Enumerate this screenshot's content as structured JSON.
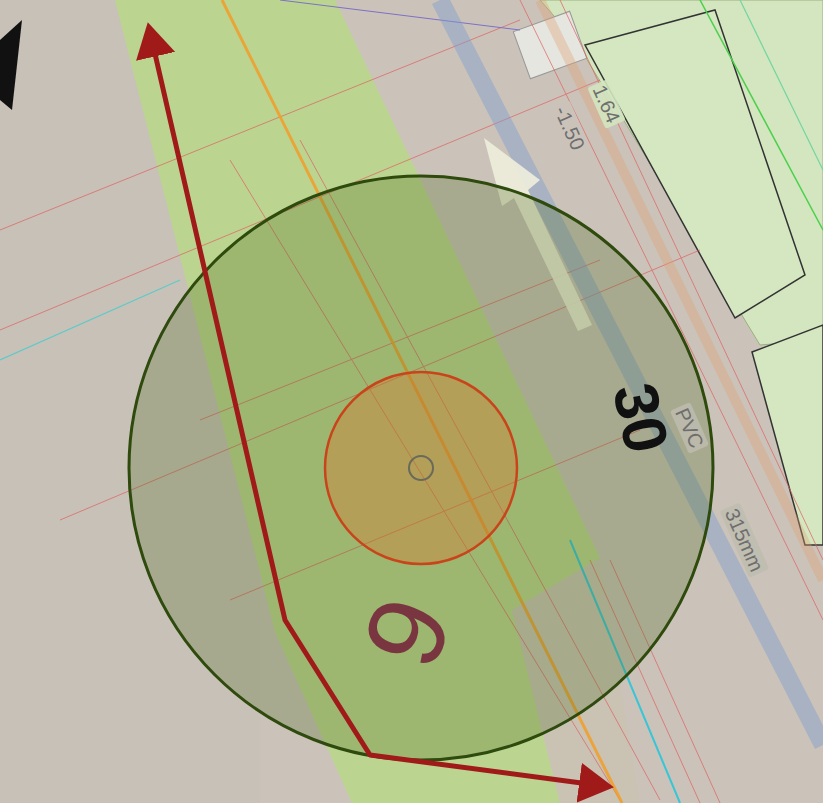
{
  "diagram": {
    "labels": [
      "-1.50",
      "1.64",
      "30",
      "PVC",
      "315mm",
      "6"
    ]
  }
}
